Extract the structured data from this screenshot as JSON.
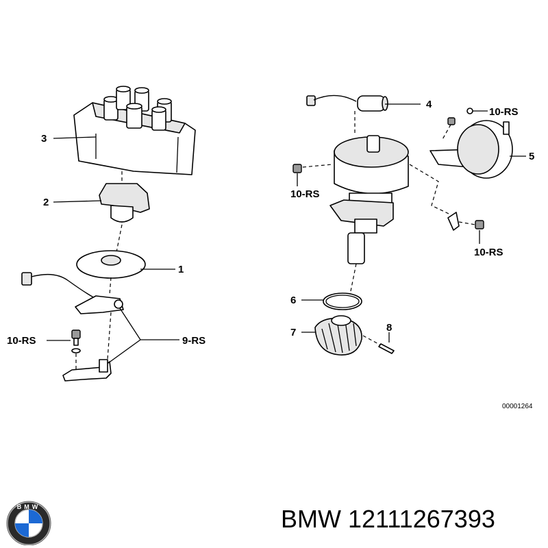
{
  "diagram": {
    "callouts": {
      "c1": "1",
      "c2": "2",
      "c3": "3",
      "c4": "4",
      "c5": "5",
      "c6": "6",
      "c7": "7",
      "c8": "8",
      "c9rs": "9-RS",
      "c10rs_left": "10-RS",
      "c10rs_mid": "10-RS",
      "c10rs_top": "10-RS",
      "c10rs_right": "10-RS"
    },
    "reference_number": "00001264"
  },
  "logo": {
    "text": "BMW",
    "brand_colors": {
      "blue": "#1c69d4",
      "black": "#111111"
    }
  },
  "caption": {
    "text": "BMW 12111267393"
  }
}
